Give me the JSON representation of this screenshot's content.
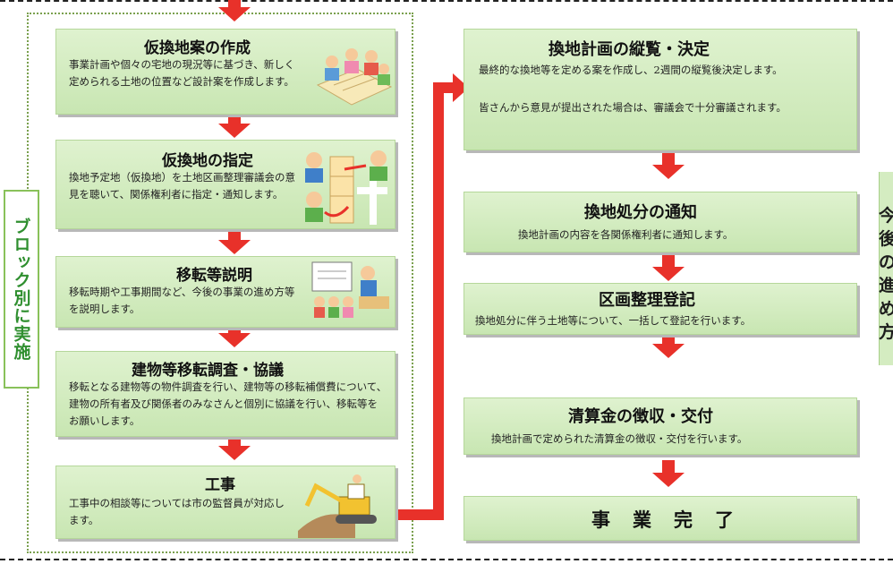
{
  "side_label": "ブロック別に実施",
  "left_steps": [
    {
      "title": "仮換地案の作成",
      "desc": "事業計画や個々の宅地の現況等に基づき、新しく定められる土地の位置など設計案を作成します。"
    },
    {
      "title": "仮換地の指定",
      "desc": "換地予定地（仮換地）を土地区画整理審議会の意見を聴いて、関係権利者に指定・通知します。"
    },
    {
      "title": "移転等説明",
      "desc": "移転時期や工事期間など、今後の事業の進め方等を説明します。"
    },
    {
      "title": "建物等移転調査・協議",
      "desc": "移転となる建物等の物件調査を行い、建物等の移転補償費について、建物の所有者及び関係者のみなさんと個別に協議を行い、移転等をお願いします。"
    },
    {
      "title": "工事",
      "desc": "工事中の相談等については市の監督員が対応します。"
    }
  ],
  "right_steps": [
    {
      "title": "換地計画の縦覧・決定",
      "desc": "最終的な換地等を定める案を作成し、2週間の縦覧後決定します。",
      "desc2": "皆さんから意見が提出された場合は、審議会で十分審議されます。"
    },
    {
      "title": "換地処分の通知",
      "desc": "換地計画の内容を各関係権利者に通知します。"
    },
    {
      "title": "区画整理登記",
      "desc": "換地処分に伴う土地等について、一括して登記を行います。"
    },
    {
      "title": "清算金の徴収・交付",
      "desc": "換地計画で定められた清算金の徴収・交付を行います。"
    },
    {
      "title": "事　業　完　了"
    }
  ],
  "right_strip_text": "今\n後\nの\n進\nめ\n方",
  "colors": {
    "arrow": "#e8312a",
    "box_top": "#dff2cf",
    "box_bottom": "#c8e6b2",
    "side_label": "#2f8f2f"
  }
}
